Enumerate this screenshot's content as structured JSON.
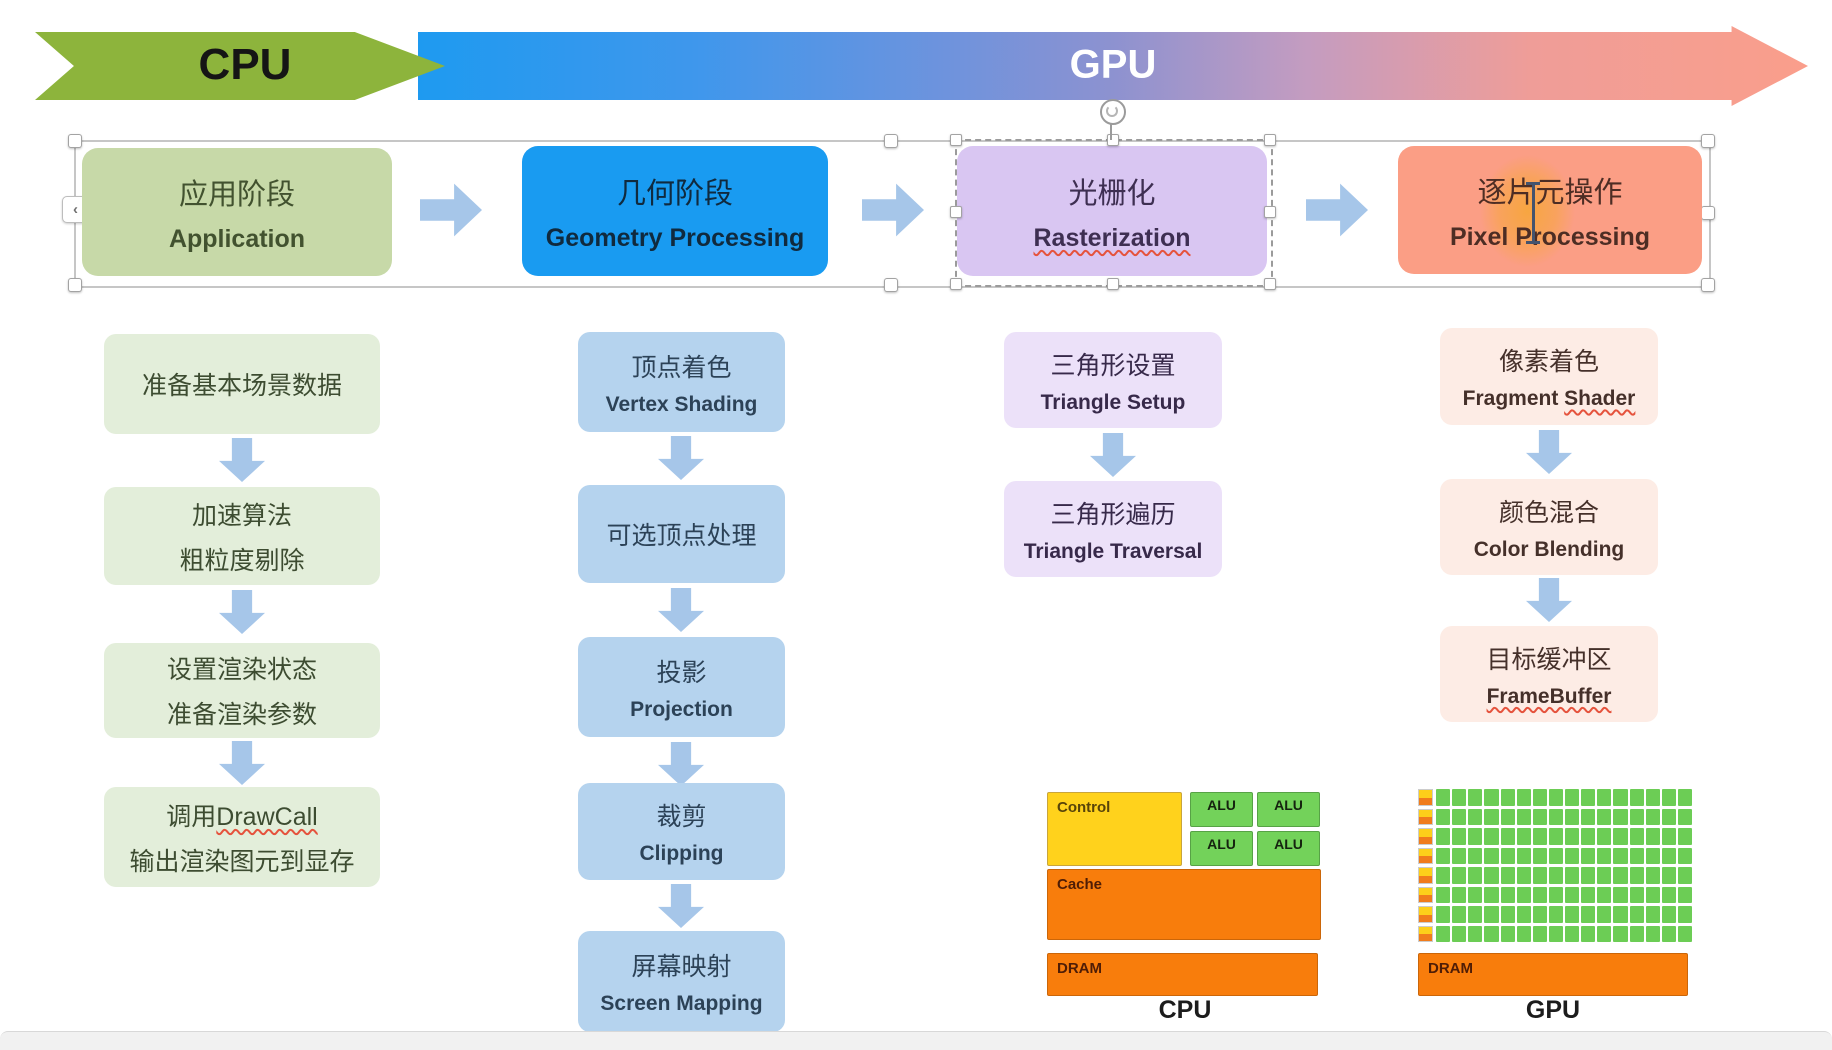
{
  "banner": {
    "cpu": "CPU",
    "gpu": "GPU"
  },
  "icons": {
    "chevron_left": "‹"
  },
  "stages": {
    "application": {
      "zh": "应用阶段",
      "en": "Application"
    },
    "geometry": {
      "zh": "几何阶段",
      "en": "Geometry Processing"
    },
    "rasterization": {
      "zh": "光栅化",
      "en": "Rasterization"
    },
    "pixel": {
      "zh": "逐片元操作",
      "en": "Pixel Processing"
    }
  },
  "application_steps": {
    "s1": "准备基本场景数据",
    "s2a": "加速算法",
    "s2b": "粗粒度剔除",
    "s3a": "设置渲染状态",
    "s3b": "准备渲染参数",
    "s4a_pre": "调用",
    "s4a_word": "DrawCall",
    "s4b": "输出渲染图元到显存"
  },
  "geometry_steps": {
    "s1zh": "顶点着色",
    "s1en": "Vertex Shading",
    "s2": "可选顶点处理",
    "s3zh": "投影",
    "s3en": "Projection",
    "s4zh": "裁剪",
    "s4en": "Clipping",
    "s5zh": "屏幕映射",
    "s5en": "Screen Mapping"
  },
  "raster_steps": {
    "s1zh": "三角形设置",
    "s1en": "Triangle Setup",
    "s2zh": "三角形遍历",
    "s2en": "Triangle Traversal"
  },
  "pixel_steps": {
    "s1zh": "像素着色",
    "s1en_pre": "Fragment ",
    "s1en_word": "Shader",
    "s2zh": "颜色混合",
    "s2en": "Color Blending",
    "s3zh": "目标缓冲区",
    "s3en_word": "FrameBuffer"
  },
  "cpu_diagram": {
    "control": "Control",
    "alu": "ALU",
    "cache": "Cache",
    "dram": "DRAM",
    "caption": "CPU"
  },
  "gpu_diagram": {
    "dram": "DRAM",
    "caption": "GPU",
    "rows": 8,
    "cols": 16
  }
}
